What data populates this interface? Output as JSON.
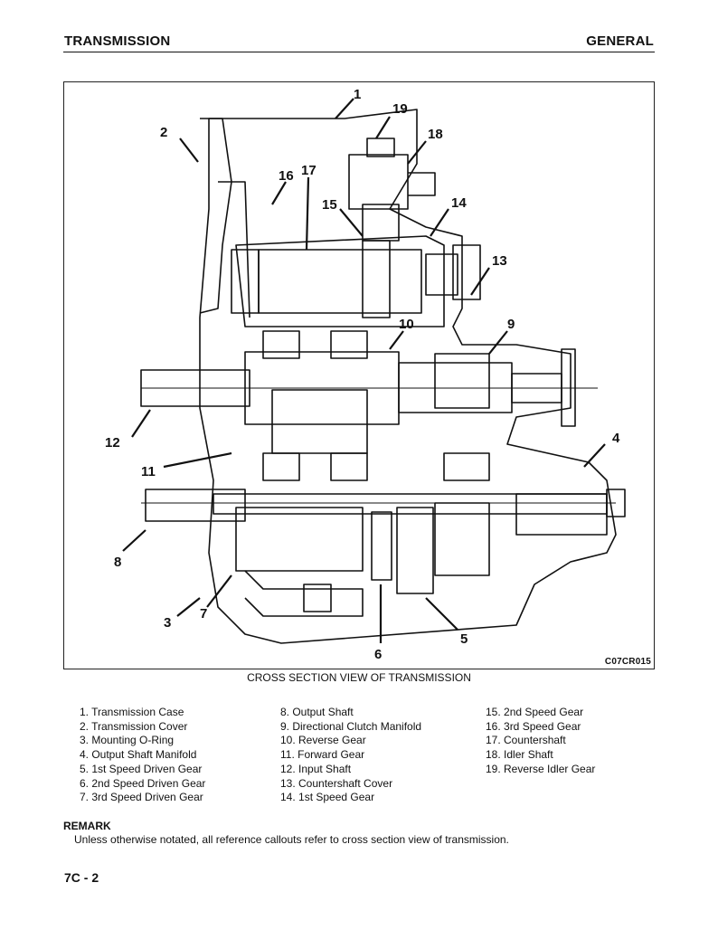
{
  "header": {
    "left": "TRANSMISSION",
    "right": "GENERAL"
  },
  "figure": {
    "code": "C07CR015",
    "callouts": [
      "1",
      "2",
      "3",
      "4",
      "5",
      "6",
      "7",
      "8",
      "9",
      "10",
      "11",
      "12",
      "13",
      "14",
      "15",
      "16",
      "17",
      "18",
      "19"
    ]
  },
  "caption": "CROSS SECTION VIEW OF TRANSMISSION",
  "legend": [
    "1. Transmission Case",
    "2. Transmission Cover",
    "3. Mounting O-Ring",
    "4. Output Shaft Manifold",
    "5. 1st Speed Driven Gear",
    "6. 2nd Speed Driven Gear",
    "7. 3rd Speed Driven Gear",
    "8. Output Shaft",
    "9. Directional Clutch Manifold",
    "10. Reverse Gear",
    "11. Forward Gear",
    "12. Input Shaft",
    "13. Countershaft Cover",
    "14. 1st Speed Gear",
    "15. 2nd Speed Gear",
    "16. 3rd Speed Gear",
    "17. Countershaft",
    "18. Idler Shaft",
    "19. Reverse Idler Gear"
  ],
  "remark": {
    "title": "REMARK",
    "text": "Unless otherwise notated, all reference callouts refer to cross section view of transmission."
  },
  "page_number": "7C - 2"
}
